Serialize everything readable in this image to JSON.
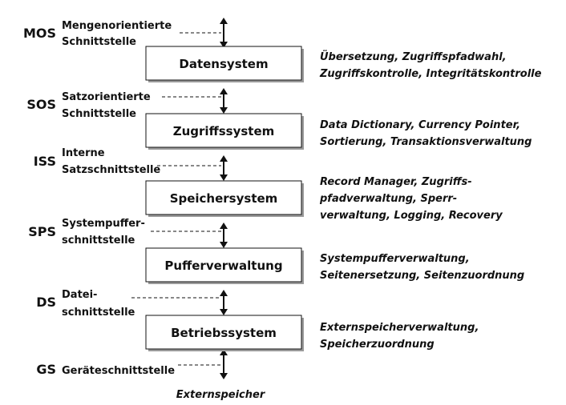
{
  "levels": [
    {
      "abbr": "MOS",
      "interface_lines": [
        "Mengenorientierte",
        "Schnittstelle"
      ]
    },
    {
      "abbr": "SOS",
      "interface_lines": [
        "Satzorientierte",
        "Schnittstelle"
      ]
    },
    {
      "abbr": "ISS",
      "interface_lines": [
        "Interne",
        "Satzschnittstelle"
      ]
    },
    {
      "abbr": "SPS",
      "interface_lines": [
        "Systempuffer-",
        "schnittstelle"
      ]
    },
    {
      "abbr": "DS",
      "interface_lines": [
        "Datei-",
        "schnittstelle"
      ]
    },
    {
      "abbr": "GS",
      "interface_lines": [
        "Geräteschnittstelle"
      ]
    }
  ],
  "layers": [
    {
      "name": "Datensystem",
      "description_lines": [
        "Übersetzung, Zugriffspfadwahl,",
        "Zugriffskontrolle, Integritätskontrolle"
      ]
    },
    {
      "name": "Zugriffssystem",
      "description_lines": [
        "Data Dictionary, Currency Pointer,",
        "Sortierung, Transaktionsverwaltung"
      ]
    },
    {
      "name": "Speichersystem",
      "description_lines": [
        "Record Manager, Zugriffs-",
        "pfadverwaltung, Sperr-",
        "verwaltung, Logging, Recovery"
      ]
    },
    {
      "name": "Pufferverwaltung",
      "description_lines": [
        "Systempufferverwaltung,",
        "Seitenersetzung, Seitenzuordnung"
      ]
    },
    {
      "name": "Betriebssystem",
      "description_lines": [
        "Externspeicherverwaltung,",
        "Speicherzuordnung"
      ]
    }
  ],
  "bottom_label": "Externspeicher"
}
